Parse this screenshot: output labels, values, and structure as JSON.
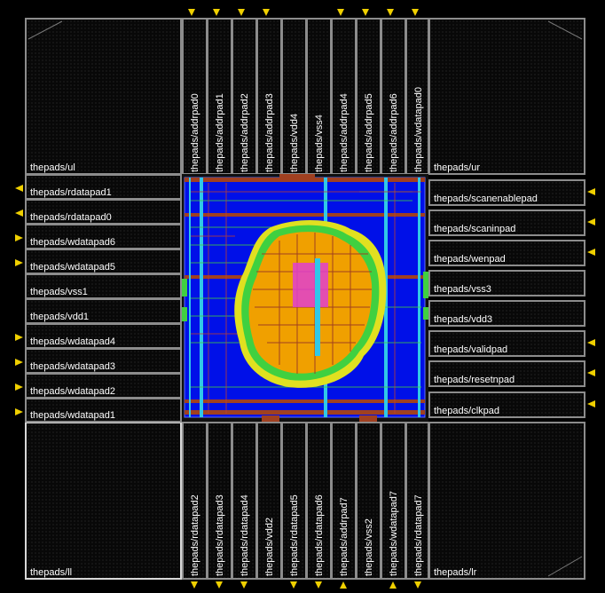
{
  "layout_view": {
    "corner_cells": {
      "upper_left": "thepads/ul",
      "upper_right": "thepads/ur",
      "lower_left": "thepads/ll",
      "lower_right": "thepads/lr"
    },
    "top_pads": [
      "thepads/addrpad0",
      "thepads/addrpad1",
      "thepads/addrpad2",
      "thepads/addrpad3",
      "thepads/vdd4",
      "thepads/vss4",
      "thepads/addrpad4",
      "thepads/addrpad5",
      "thepads/addrpad6",
      "thepads/wdatapad0"
    ],
    "bottom_pads": [
      "thepads/rdatapad2",
      "thepads/rdatapad3",
      "thepads/rdatapad4",
      "thepads/vdd2",
      "thepads/rdatapad5",
      "thepads/rdatapad6",
      "thepads/addrpad7",
      "thepads/vss2",
      "thepads/wdatapad7",
      "thepads/rdatapad7"
    ],
    "left_pads": [
      "thepads/rdatapad1",
      "thepads/rdatapad0",
      "thepads/wdatapad6",
      "thepads/wdatapad5",
      "thepads/vss1",
      "thepads/vdd1",
      "thepads/wdatapad4",
      "thepads/wdatapad3",
      "thepads/wdatapad2",
      "thepads/wdatapad1"
    ],
    "right_pads": [
      "thepads/scanenablepad",
      "thepads/scaninpad",
      "thepads/wenpad",
      "thepads/vss3",
      "thepads/vdd3",
      "thepads/validpad",
      "thepads/resetnpad",
      "thepads/clkpad"
    ],
    "colors": {
      "pad_border": "#8c8c8c",
      "pin_marker": "#f0d000",
      "core_fill": "#0010e8",
      "metal_cyan": "#30c8e8",
      "metal_brown": "#a04020",
      "cell_orange": "#f0a000",
      "cell_green": "#40d040",
      "cell_magenta": "#e040d0"
    }
  }
}
